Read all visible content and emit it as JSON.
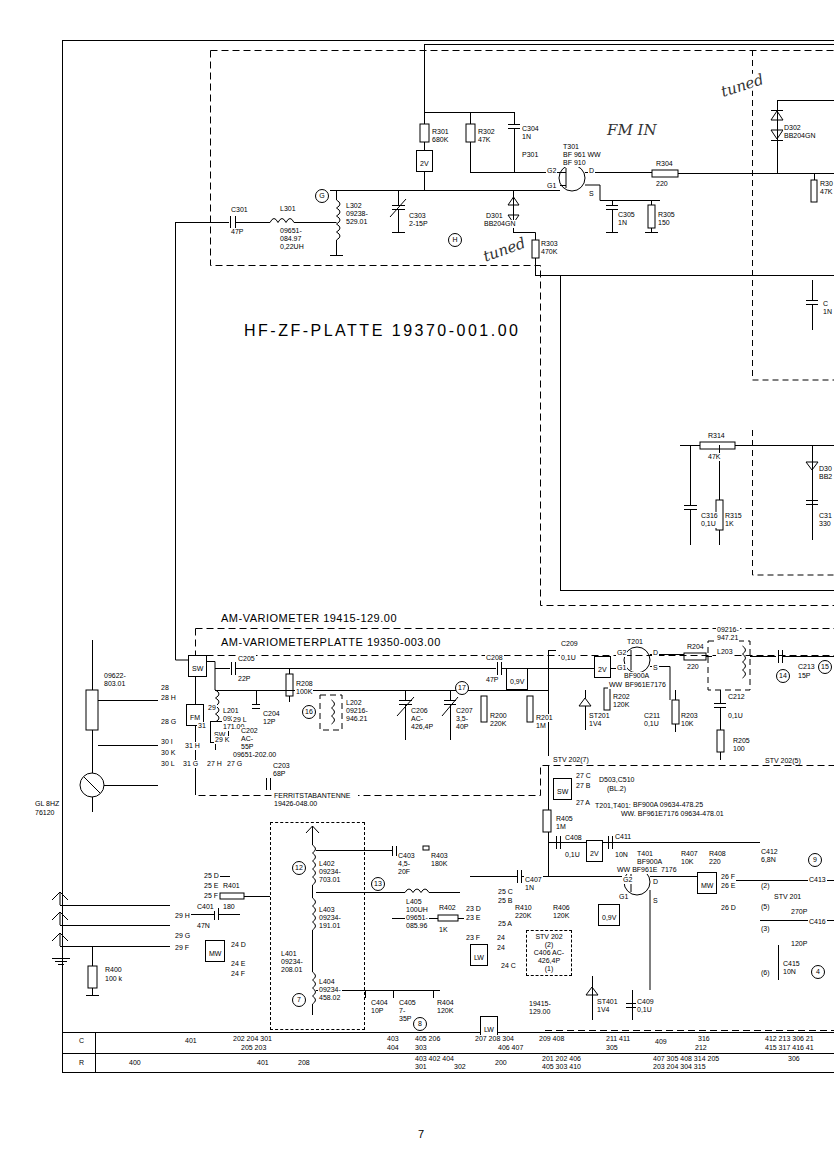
{
  "diagram": {
    "nodes": [
      {
        "text": [
          "HF-ZF-PLATTE 19370-001.00"
        ]
      },
      {
        "text": [
          "AM-VARIOMETER 19415-129.00"
        ]
      },
      {
        "text": [
          "AM-VARIOMETERPLATTE 19350-003.00"
        ],
        "in": 1
      },
      {
        "text": [
          "FERRITSTABANTENNE 19426-048.00"
        ],
        "in": 1
      },
      {
        "text": [
          "STV 202",
          "(2)",
          "C406 AC- 426,4P",
          "(1)"
        ],
        "in": 1
      },
      {
        "text": [
          "2V"
        ],
        "in": 0
      },
      {
        "text": [
          "SW"
        ]
      },
      {
        "text": [
          "FM"
        ]
      },
      {
        "text": [
          "SW"
        ],
        "in": 2
      },
      {
        "text": [
          "0,9V"
        ],
        "in": 2
      },
      {
        "text": [
          "2V"
        ],
        "in": 2
      },
      {
        "text": [
          "SW"
        ],
        "in": 1
      },
      {
        "text": [
          "MW"
        ]
      },
      {
        "text": [
          "2V"
        ],
        "in": 1
      },
      {
        "text": [
          "MW"
        ],
        "in": 1
      },
      {
        "text": [
          "0,9V"
        ],
        "in": 1
      },
      {
        "text": [
          "LW"
        ],
        "in": 1
      },
      {
        "text": [
          "LW"
        ],
        "in": 1
      },
      {
        "text": [
          "G"
        ],
        "in": 0
      },
      {
        "text": [
          "H"
        ],
        "in": 0
      },
      {
        "text": [
          "16"
        ],
        "in": 2
      },
      {
        "text": [
          "17"
        ],
        "in": 2
      },
      {
        "text": [
          "14"
        ],
        "in": 2
      },
      {
        "text": [
          "15"
        ],
        "in": 2
      },
      {
        "text": [
          "12"
        ],
        "in": 3
      },
      {
        "text": [
          "13"
        ],
        "in": 1
      },
      {
        "text": [
          "7"
        ],
        "in": 3
      },
      {
        "text": [
          "8"
        ],
        "in": 1
      },
      {
        "text": [
          "9"
        ],
        "in": 1
      },
      {
        "text": [
          "4"
        ],
        "in": 1
      }
    ],
    "labels": [
      "R301",
      "680K",
      "R302",
      "47K",
      "C304",
      "1N",
      "P301",
      "T301",
      "BF 961 WW",
      "BF 910",
      "G2",
      "D",
      "G1",
      "S",
      "R304",
      "220",
      "D302",
      "BB204GN",
      "R30",
      "47K",
      "C301",
      "47P",
      "L301",
      "09651-",
      "084.97",
      "0,22UH",
      "L302",
      "09238-",
      "529.01",
      "C303",
      "2-15P",
      "D301",
      "BB204GN",
      "C305",
      "1N",
      "R305",
      "150",
      "R303",
      "470K",
      "R314",
      "47K",
      "D30",
      "BB2",
      "C316",
      "0,1U",
      "R315",
      "1K",
      "C31",
      "330",
      "C",
      "1N",
      "09622-",
      "803.01",
      "C205",
      "22P",
      "R208",
      "100K",
      "L201",
      "09238-",
      "171.00",
      "C204",
      "12P",
      "L202",
      "09216-",
      "946.21",
      "C206",
      "AC-",
      "426,4P",
      "C207",
      "3,5-",
      "40P",
      "R200",
      "220K",
      "R201",
      "1M",
      "C208",
      "47P",
      "C209",
      "0,1U",
      "T201",
      "G2",
      "D",
      "G1",
      "S",
      "BF900A",
      "WW",
      "BF961E7176",
      "R204",
      "220",
      "09216-",
      "947.21",
      "L203",
      "C213",
      "15P",
      "C212",
      "0,1U",
      "R202",
      "120K",
      "ST201",
      "1V4",
      "C211",
      "0,1U",
      "R203",
      "10K",
      "R205",
      "100",
      "STV 202(7)",
      "27 C",
      "27 B",
      "27 A",
      "D503,C510",
      "(BL.2)",
      "STV 202(5)",
      "T201,T401:",
      "BF900A 09634-478.25",
      "WW. BF961E7176 09634-478.01",
      "R405",
      "1M",
      "C408",
      "0,1U",
      "C411",
      "10N",
      "T401",
      "BF900A",
      "WW BF961E",
      "7176",
      "G2",
      "D",
      "G1",
      "S",
      "R407",
      "10K",
      "R408",
      "220",
      "C412",
      "6,8N",
      "C413",
      "(2)",
      "(5)",
      "(3)",
      "(6)",
      "26 F",
      "26 E",
      "26 D",
      "STV 201",
      "270P",
      "C416",
      "120P",
      "C415",
      "10N",
      "C407",
      "1N",
      "R410",
      "220K",
      "R406",
      "120K",
      "25 C",
      "25 B",
      "25 A",
      "23 D",
      "23 E",
      "23 F",
      "24",
      "24",
      "24 C",
      "19415-",
      "129.00",
      "ST401",
      "1V4",
      "C409",
      "0,1U",
      "R401",
      "180",
      "R402",
      "1K",
      "L405",
      "100UH",
      "09651-",
      "085.96",
      "L402",
      "09234-",
      "703.01",
      "L403",
      "09234-",
      "191.01",
      "L404",
      "09234-",
      "458.02",
      "C403",
      "4,5-",
      "20F",
      "R403",
      "180K",
      "C404",
      "10P",
      "C405",
      "7-",
      "35P",
      "R404",
      "120K",
      "L401",
      "09234-",
      "208.01",
      "25 D",
      "25 E",
      "25 F",
      "C401",
      "47N",
      "29 H",
      "29 G",
      "29 F",
      "24 D",
      "24 E",
      "24 F",
      "R400",
      "100 k",
      "GL 8HZ",
      "76120",
      "28",
      "28 H",
      "28 G",
      "30 I",
      "30 K",
      "30 L",
      "29",
      "29 L",
      "29 K",
      "31",
      "31 H",
      "31 G",
      "27 H",
      "27 G",
      "C202",
      "AC-",
      "55P",
      "09651-202.00",
      "C203",
      "68P",
      "C",
      "401",
      "202 204 301",
      "205 203",
      "403",
      "404",
      "405 206",
      "303",
      "207 208 304",
      "406 407",
      "209 408",
      "211 411",
      "305",
      "409",
      "316",
      "212",
      "412 213 306 21",
      "415 317 416 41",
      "R",
      "400",
      "401",
      "208",
      "403 402 404",
      "301",
      "302",
      "200",
      "201 202 406",
      "405 303 410",
      "407 305 408 314 205",
      "203 204 304 315",
      "306",
      "7",
      "tuned",
      "tuned",
      "FM IN"
    ]
  }
}
